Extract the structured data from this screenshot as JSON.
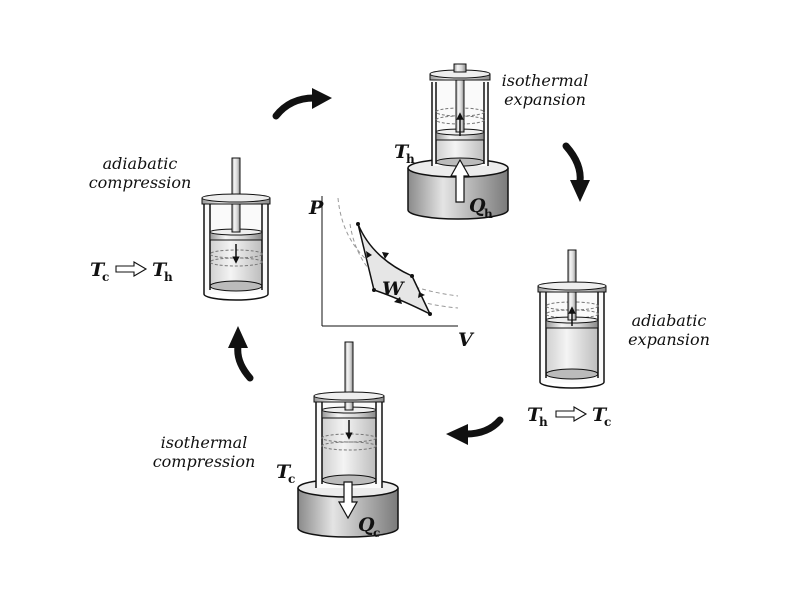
{
  "stages": {
    "isothermal_expansion": {
      "line1": "isothermal",
      "line2": "expansion"
    },
    "adiabatic_expansion": {
      "line1": "adiabatic",
      "line2": "expansion"
    },
    "isothermal_compression": {
      "line1": "isothermal",
      "line2": "compression"
    },
    "adiabatic_compression": {
      "line1": "adiabatic",
      "line2": "compression"
    }
  },
  "symbols": {
    "T": "T",
    "Q": "Q",
    "hot": "h",
    "cold": "c"
  },
  "graph": {
    "y_axis": "P",
    "x_axis": "V",
    "work": "W"
  },
  "colors": {
    "ink": "#111111",
    "metal_light": "#f2f2f2",
    "metal_mid": "#c8c8c8",
    "metal_dark": "#8c8c8c",
    "gas_fill": "#e6e6e6",
    "isotherm_dash": "#999999"
  }
}
